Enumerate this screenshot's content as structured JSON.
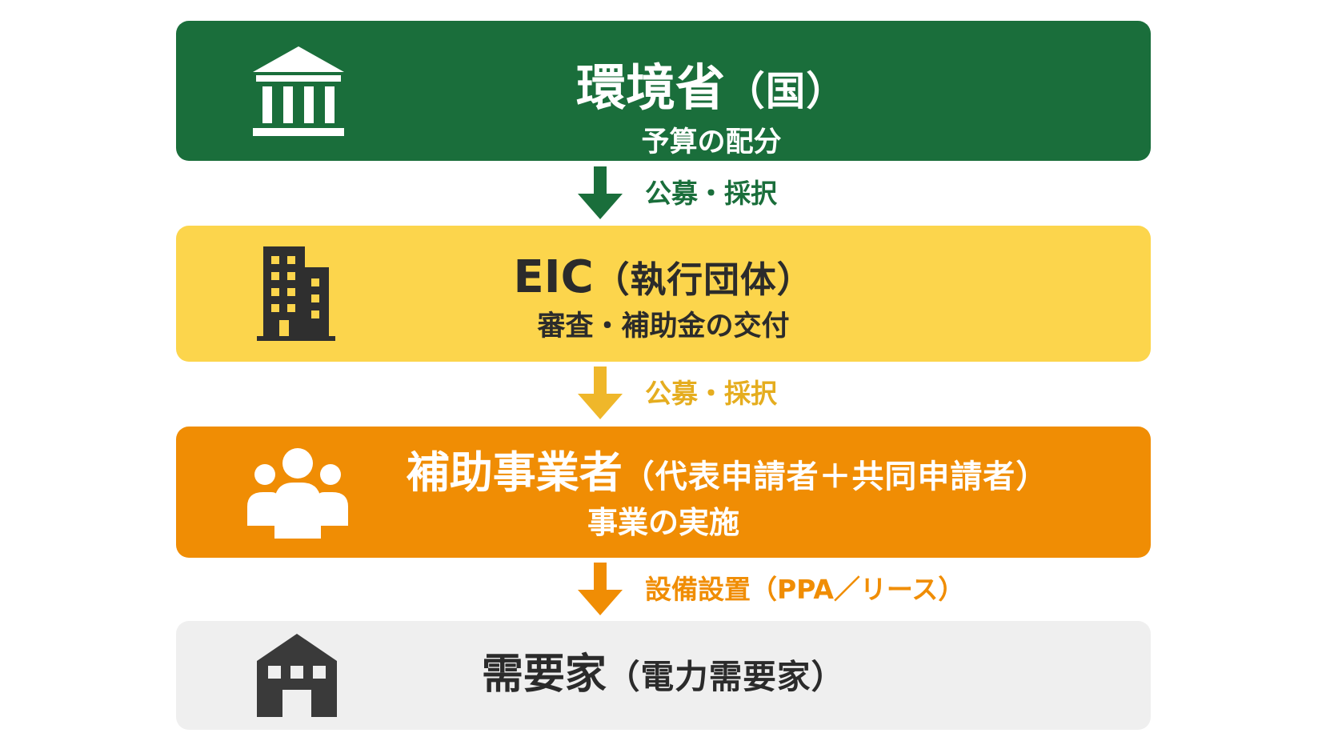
{
  "colors": {
    "ministry": "#1a6e3b",
    "eic": "#fcd54c",
    "operators": "#f08d04",
    "consumer": "#efefef",
    "arrow_green": "#1a6e3b",
    "arrow_yellow": "#efb72a",
    "arrow_orange": "#f08d04",
    "dark_text": "#2b2b2b"
  },
  "nodes": {
    "ministry": {
      "icon": "government-building-icon",
      "title": "環境省",
      "title_paren": "（国）",
      "subtitle": "予算の配分"
    },
    "eic": {
      "icon": "office-building-icon",
      "title": "EIC",
      "title_paren": "（執行団体）",
      "subtitle": "審査・補助金の交付"
    },
    "operators": {
      "icon": "people-group-icon",
      "title": "補助事業者",
      "title_paren": "（代表申請者＋共同申請者）",
      "subtitle": "事業の実施"
    },
    "consumer": {
      "icon": "warehouse-icon",
      "title": "需要家",
      "title_paren": "（電力需要家）"
    }
  },
  "edges": [
    {
      "from": "ministry",
      "to": "eic",
      "label": "公募・採択"
    },
    {
      "from": "eic",
      "to": "operators",
      "label": "公募・採択"
    },
    {
      "from": "operators",
      "to": "consumer",
      "label": "設備設置（PPA／リース）"
    }
  ]
}
